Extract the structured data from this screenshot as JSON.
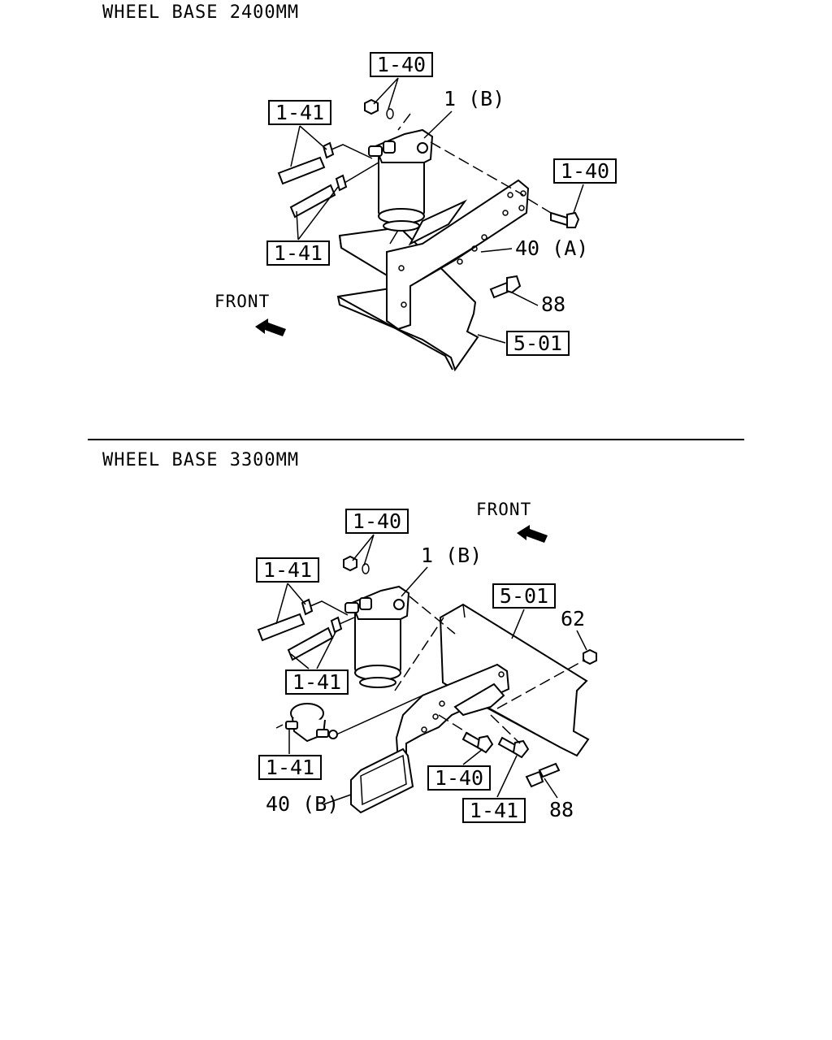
{
  "section_top": {
    "heading": "WHEEL BASE 2400MM",
    "front_label": "FRONT",
    "callouts": {
      "ref_nut": "1-40",
      "ref_hose_upper": "1-41",
      "ref_filter": "1 (B)",
      "ref_bolt": "1-40",
      "ref_hose_lower": "1-41",
      "bracket": "40 (A)",
      "bolt_88": "88",
      "frame": "5-01"
    }
  },
  "section_bottom": {
    "heading": "WHEEL BASE 3300MM",
    "front_label": "FRONT",
    "callouts": {
      "ref_nut": "1-40",
      "ref_filter": "1 (B)",
      "ref_hose_upper": "1-41",
      "frame": "5-01",
      "nut_62": "62",
      "ref_hose_lower": "1-41",
      "ref_pump": "1-41",
      "bracket": "40 (B)",
      "ref_bolt_1": "1-40",
      "ref_bolt_2": "1-41",
      "bolt_88": "88"
    }
  }
}
